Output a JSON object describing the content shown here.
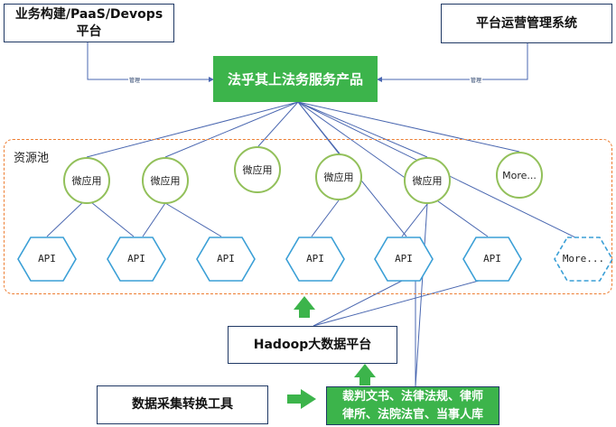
{
  "top_left_box": {
    "line1": "业务构建/PaaS/Devops",
    "line2": "平台"
  },
  "top_right_box": {
    "label": "平台运营管理系统"
  },
  "product_box": {
    "label": "法乎其上法务服务产品"
  },
  "connector_labels": {
    "left": "管理",
    "right": "管理"
  },
  "resource_pool": {
    "label": "资源池"
  },
  "micro_apps": [
    "微应用",
    "微应用",
    "微应用",
    "微应用",
    "微应用",
    "More..."
  ],
  "apis": [
    "API",
    "API",
    "API",
    "API",
    "API",
    "API",
    "More..."
  ],
  "hadoop_box": {
    "label": "Hadoop大数据平台"
  },
  "collection_box": {
    "label": "数据采集转换工具"
  },
  "data_sources_box": {
    "line1": "裁判文书、法律法规、律师",
    "line2": "律所、法院法官、当事人库"
  },
  "colors": {
    "accent_green": "#3cb44b",
    "box_border": "#1f3864",
    "pool_border": "#ed7d31",
    "circle_border": "#92c05a",
    "hex_border": "#3a9fd6",
    "line": "#4a67b0"
  }
}
